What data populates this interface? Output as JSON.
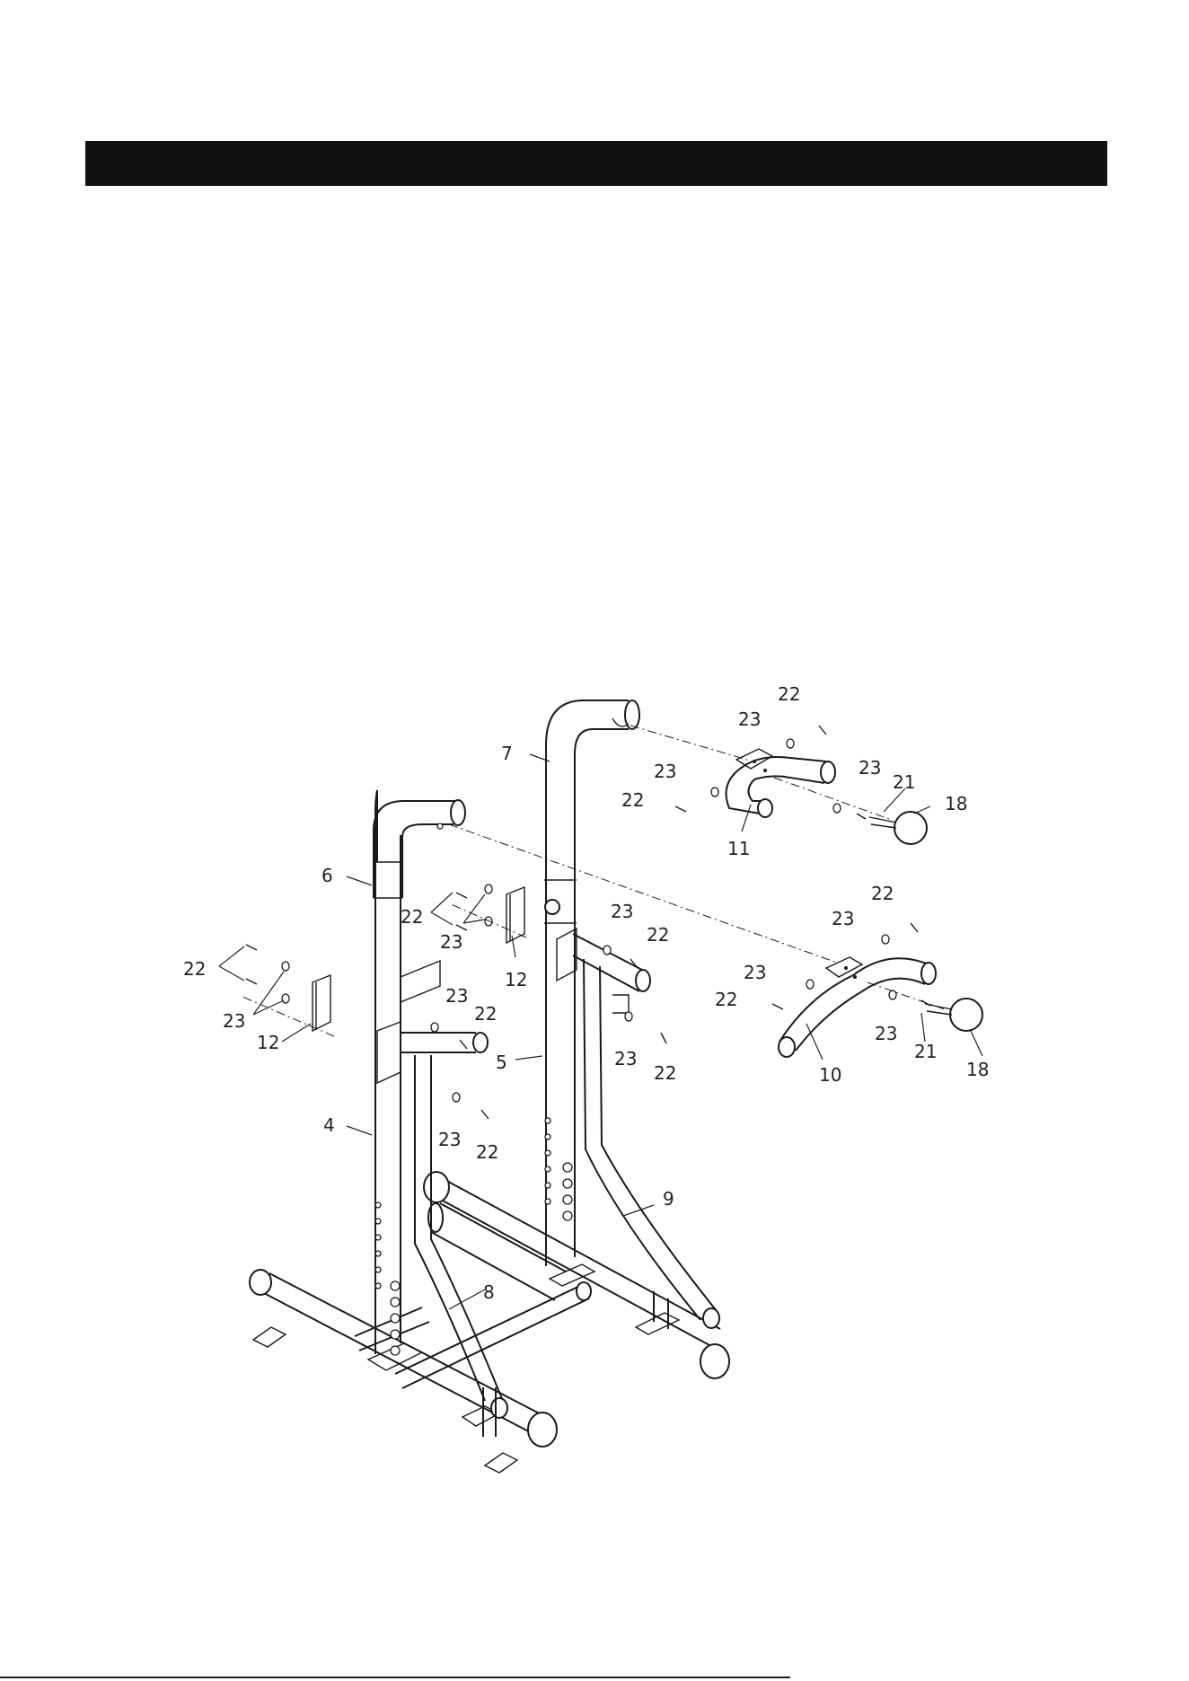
{
  "diagram": {
    "parts": [
      {
        "id": "p4",
        "label": "4"
      },
      {
        "id": "p5",
        "label": "5"
      },
      {
        "id": "p6",
        "label": "6"
      },
      {
        "id": "p7",
        "label": "7"
      },
      {
        "id": "p8",
        "label": "8"
      },
      {
        "id": "p9",
        "label": "9"
      },
      {
        "id": "p10",
        "label": "10"
      },
      {
        "id": "p11",
        "label": "11"
      },
      {
        "id": "p12a",
        "label": "12"
      },
      {
        "id": "p12b",
        "label": "12"
      },
      {
        "id": "p18a",
        "label": "18"
      },
      {
        "id": "p18b",
        "label": "18"
      },
      {
        "id": "p21a",
        "label": "21"
      },
      {
        "id": "p21b",
        "label": "21"
      }
    ],
    "hardware": {
      "bolt": "22",
      "washer": "23"
    },
    "colors": {
      "header_bar": "#111111",
      "line": "#1a1a1a"
    }
  }
}
